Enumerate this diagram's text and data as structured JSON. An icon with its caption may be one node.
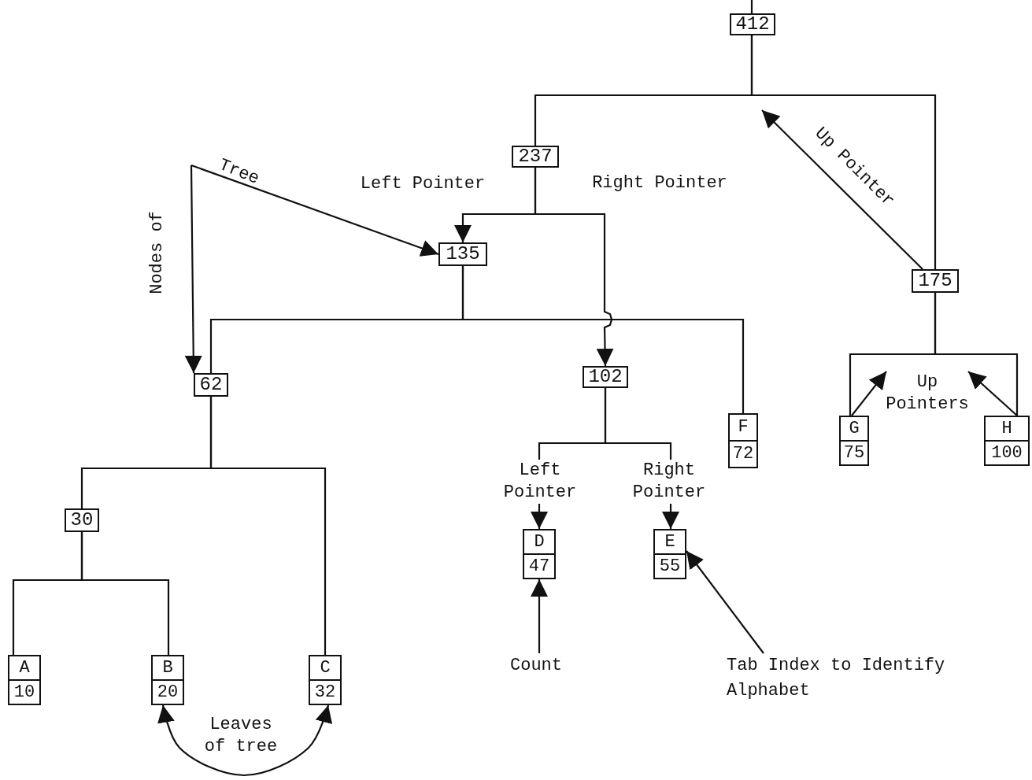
{
  "diagram": {
    "nodes": [
      {
        "text": [
          "412"
        ]
      },
      {
        "text": [
          "237"
        ]
      },
      {
        "text": [
          "175"
        ]
      },
      {
        "text": [
          "135"
        ]
      },
      {
        "text": [
          "62"
        ]
      },
      {
        "text": [
          "102"
        ]
      },
      {
        "text": [
          "F",
          "72"
        ]
      },
      {
        "text": [
          "G",
          "75"
        ]
      },
      {
        "text": [
          "H",
          "100"
        ]
      },
      {
        "text": [
          "30"
        ]
      },
      {
        "text": [
          "D",
          "47"
        ]
      },
      {
        "text": [
          "E",
          "55"
        ]
      },
      {
        "text": [
          "A",
          "10"
        ]
      },
      {
        "text": [
          "B",
          "20"
        ]
      },
      {
        "text": [
          "C",
          "32"
        ]
      },
      {
        "text": [
          "Nodes of",
          "Tree"
        ]
      },
      {
        "text": [
          "Count"
        ]
      },
      {
        "text": [
          "Tab Index to Identify Alphabet"
        ]
      },
      {
        "text": [
          "Up Pointers"
        ]
      }
    ],
    "edges": [
      {
        "from": null,
        "to": 0,
        "arrow": "none"
      },
      {
        "from": 0,
        "to": 1,
        "arrow": "none"
      },
      {
        "from": 0,
        "to": 2,
        "arrow": "none"
      },
      {
        "from": 1,
        "to": 3,
        "arrow": "to",
        "label": "Left Pointer"
      },
      {
        "from": 1,
        "to": 5,
        "arrow": "to",
        "label": "Right Pointer"
      },
      {
        "from": 3,
        "to": 4,
        "arrow": "none"
      },
      {
        "from": 3,
        "to": 6,
        "arrow": "none"
      },
      {
        "from": 2,
        "to": 7,
        "arrow": "none"
      },
      {
        "from": 2,
        "to": 8,
        "arrow": "none"
      },
      {
        "from": 2,
        "to": null,
        "arrow": "to",
        "label": "Up Pointer"
      },
      {
        "from": 7,
        "to": 18,
        "arrow": "to"
      },
      {
        "from": 8,
        "to": 18,
        "arrow": "to"
      },
      {
        "from": 4,
        "to": 9,
        "arrow": "none"
      },
      {
        "from": 4,
        "to": 14,
        "arrow": "none"
      },
      {
        "from": 9,
        "to": 12,
        "arrow": "none"
      },
      {
        "from": 9,
        "to": 13,
        "arrow": "none"
      },
      {
        "from": 5,
        "to": 10,
        "arrow": "to",
        "label": "Left Pointer"
      },
      {
        "from": 5,
        "to": 11,
        "arrow": "to",
        "label": "Right Pointer"
      },
      {
        "from": 15,
        "to": 4,
        "arrow": "to"
      },
      {
        "from": 15,
        "to": 3,
        "arrow": "to"
      },
      {
        "from": 16,
        "to": 10,
        "arrow": "to"
      },
      {
        "from": 17,
        "to": 11,
        "arrow": "to"
      },
      {
        "from": 13,
        "to": 14,
        "arrow": "both",
        "label": "Leaves of tree"
      }
    ]
  }
}
